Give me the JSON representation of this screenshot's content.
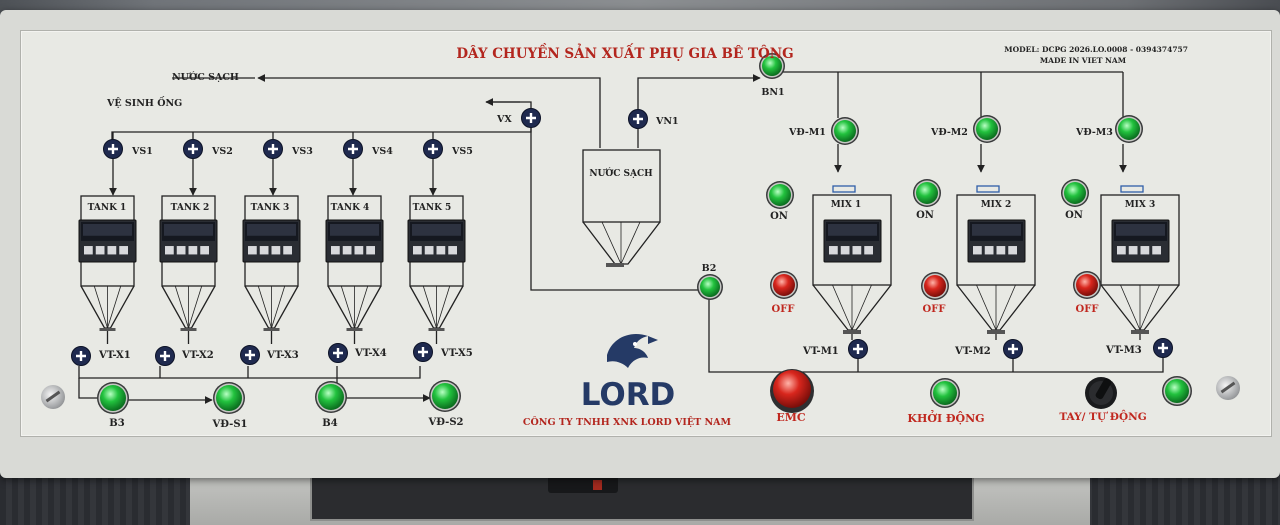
{
  "panel": {
    "title": "DÂY CHUYỀN SẢN XUẤT PHỤ GIA BÊ TÔNG",
    "model": "MODEL: DCPG 2026.LO.0008 - 0394374757",
    "made_in": "MADE IN VIET NAM"
  },
  "lines": {
    "clean_water": "NƯỚC SẠCH",
    "pipe_clean": "VỆ SINH ỐNG"
  },
  "valves": {
    "vx": "VX",
    "vn1": "VN1",
    "vs": [
      "VS1",
      "VS2",
      "VS3",
      "VS4",
      "VS5"
    ],
    "vt_x": [
      "VT-X1",
      "VT-X2",
      "VT-X3",
      "VT-X4",
      "VT-X5"
    ],
    "vd_m": [
      "VĐ-M1",
      "VĐ-M2",
      "VĐ-M3"
    ],
    "vt_m": [
      "VT-M1",
      "VT-M2",
      "VT-M3"
    ]
  },
  "tanks": [
    "TANK 1",
    "TANK 2",
    "TANK 3",
    "TANK 4",
    "TANK 5"
  ],
  "water_tank": "NƯỚC SẠCH",
  "mixers": [
    "MIX 1",
    "MIX 2",
    "MIX 3"
  ],
  "pumps": {
    "bn1": "BN1",
    "b2": "B2",
    "b3": "B3",
    "b4": "B4",
    "vd_s1": "VĐ-S1",
    "vd_s2": "VĐ-S2"
  },
  "controls": {
    "on": "ON",
    "off": "OFF",
    "emc": "EMC",
    "start": "KHỞI ĐỘNG",
    "mode": "TAY/ TỰ ĐỘNG"
  },
  "brand": {
    "logo": "LORD",
    "company": "CÔNG TY TNHH XNK LORD VIỆT NAM"
  },
  "colors": {
    "lamp_green": "#1fbf3a",
    "lamp_red": "#d8261d",
    "title_red": "#b3261e",
    "valve_navy": "#1f2a4f",
    "panel": "#e8e9e4"
  }
}
